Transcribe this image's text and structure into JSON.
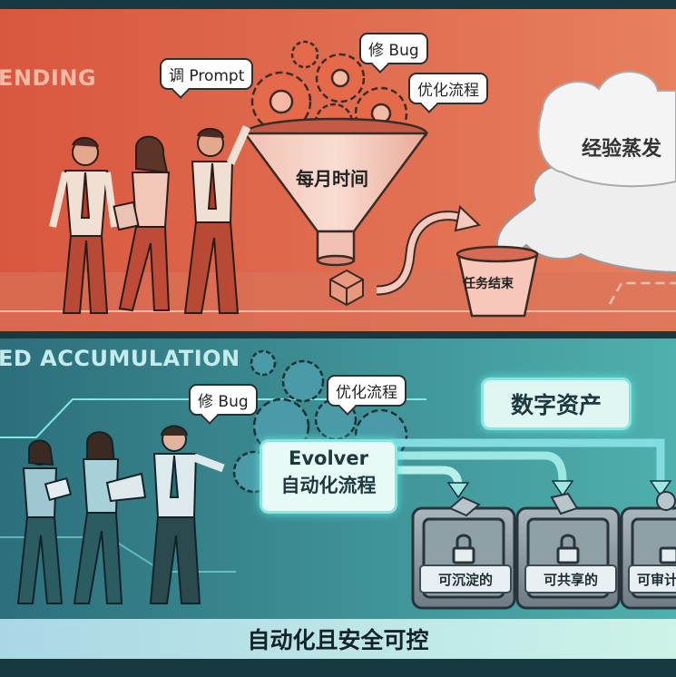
{
  "top_panel": {
    "heading": "ENDING",
    "bubbles": [
      "调 Prompt",
      "修 Bug",
      "优化流程"
    ],
    "funnel_label": "每月时间",
    "bucket_label": "任务结束",
    "cloud_label": "经验蒸发"
  },
  "bottom_panel": {
    "heading": "ED ACCUMULATION",
    "bubbles": [
      "修 Bug",
      "优化流程"
    ],
    "evolver_line1": "Evolver",
    "evolver_line2": "自动化流程",
    "assets_label": "数字资产",
    "vault_labels": [
      "可沉淀的",
      "可共享的",
      "可审计"
    ]
  },
  "footer": {
    "label": "自动化且安全可控"
  },
  "colors": {
    "top_bg": "#e06a4e",
    "bottom_bg": "#3d97a6",
    "glow": "#5be3d9"
  }
}
